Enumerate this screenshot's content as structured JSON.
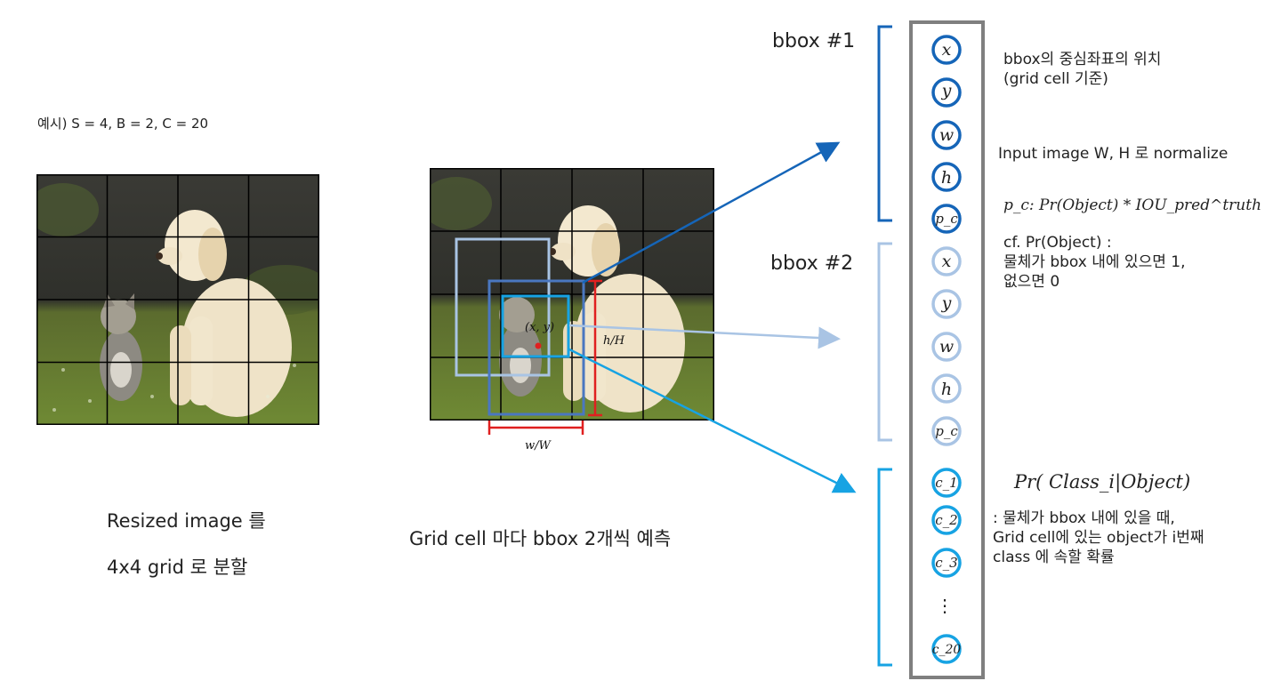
{
  "example_params": "예시) S = 4, B = 2, C = 20",
  "captions": {
    "left_line1": "Resized image 를",
    "left_line2": "4x4 grid 로 분할",
    "middle": "Grid cell 마다 bbox 2개씩 예측"
  },
  "annotations": {
    "xy": "(x, y)",
    "h_over_H": "h/H",
    "w_over_W": "w/W"
  },
  "bbox_labels": [
    "bbox #1",
    "bbox #2"
  ],
  "vector": {
    "bbox1": [
      "x",
      "y",
      "w",
      "h",
      "p_c"
    ],
    "bbox2": [
      "x",
      "y",
      "w",
      "h",
      "p_c"
    ],
    "classes": [
      "c_1",
      "c_2",
      "c_3",
      "c_20"
    ],
    "ellipsis": "⋮"
  },
  "notes": {
    "center_line1": "bbox의 중심좌표의 위치",
    "center_line2": "(grid cell 기준)",
    "normalize": "Input image W, H 로 normalize",
    "pc_formula": "p_c: Pr(Object) * IOU_pred^truth",
    "cf_line1": "cf. Pr(Object) :",
    "cf_line2": "물체가 bbox 내에 있으면 1,",
    "cf_line3": "없으면 0",
    "class_formula": "Pr( Class_i|Object)",
    "class_line1": ": 물체가 bbox 내에 있을 때,",
    "class_line2": "Grid  cell에  있는  object가  i번째",
    "class_line3": "class 에 속할 확률"
  },
  "colors": {
    "bbox1_blue": "#1565b8",
    "bbox2_lightblue": "#a9c4e4",
    "class_cyan": "#17a3e3",
    "mid_blue": "#4a77c0",
    "vector_border": "#7f7f7f",
    "red": "#e02020"
  }
}
